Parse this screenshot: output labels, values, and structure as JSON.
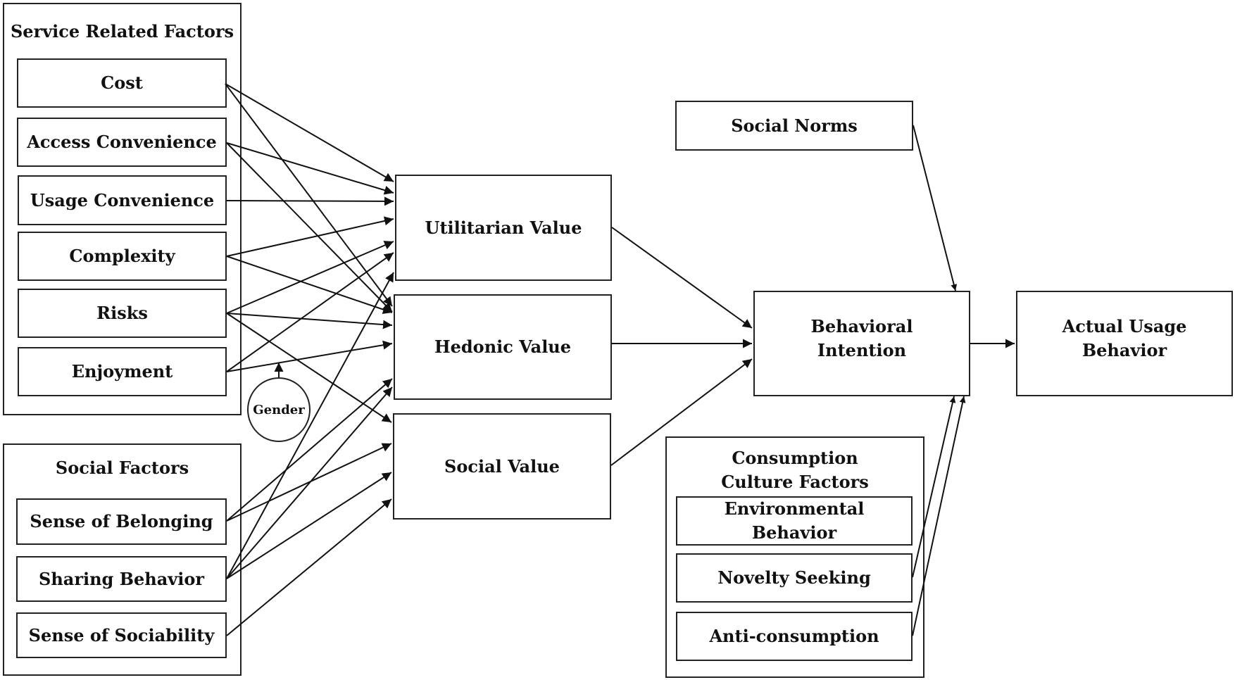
{
  "diagram": {
    "groups": {
      "service": {
        "title": "Service Related Factors",
        "items": [
          "Cost",
          "Access Convenience",
          "Usage Convenience",
          "Complexity",
          "Risks",
          "Enjoyment"
        ]
      },
      "social": {
        "title": "Social Factors",
        "items": [
          "Sense of Belonging",
          "Sharing Behavior",
          "Sense of Sociability"
        ]
      },
      "consumption": {
        "title": "Consumption Culture Factors",
        "items": [
          "Environmental Behavior",
          "Novelty Seeking",
          "Anti-consumption"
        ]
      }
    },
    "nodes": {
      "utilitarian": "Utilitarian Value",
      "hedonic": "Hedonic Value",
      "social_value": "Social Value",
      "social_norms": "Social Norms",
      "behavioral_intention": "Behavioral Intention",
      "actual_usage": "Actual Usage Behavior",
      "gender": "Gender"
    },
    "edges": [
      {
        "from": "Cost",
        "to": "Utilitarian Value"
      },
      {
        "from": "Cost",
        "to": "Hedonic Value"
      },
      {
        "from": "Access Convenience",
        "to": "Utilitarian Value"
      },
      {
        "from": "Access Convenience",
        "to": "Hedonic Value"
      },
      {
        "from": "Usage Convenience",
        "to": "Utilitarian Value"
      },
      {
        "from": "Complexity",
        "to": "Utilitarian Value"
      },
      {
        "from": "Complexity",
        "to": "Hedonic Value"
      },
      {
        "from": "Risks",
        "to": "Utilitarian Value"
      },
      {
        "from": "Risks",
        "to": "Hedonic Value"
      },
      {
        "from": "Risks",
        "to": "Social Value"
      },
      {
        "from": "Enjoyment",
        "to": "Utilitarian Value"
      },
      {
        "from": "Enjoyment",
        "to": "Hedonic Value"
      },
      {
        "from": "Sense of Belonging",
        "to": "Hedonic Value"
      },
      {
        "from": "Sense of Belonging",
        "to": "Social Value"
      },
      {
        "from": "Sharing Behavior",
        "to": "Utilitarian Value"
      },
      {
        "from": "Sharing Behavior",
        "to": "Hedonic Value"
      },
      {
        "from": "Sharing Behavior",
        "to": "Social Value"
      },
      {
        "from": "Sense of Sociability",
        "to": "Social Value"
      },
      {
        "from": "Utilitarian Value",
        "to": "Behavioral Intention"
      },
      {
        "from": "Hedonic Value",
        "to": "Behavioral Intention"
      },
      {
        "from": "Social Value",
        "to": "Behavioral Intention"
      },
      {
        "from": "Social Norms",
        "to": "Behavioral Intention"
      },
      {
        "from": "Novelty Seeking",
        "to": "Behavioral Intention"
      },
      {
        "from": "Anti-consumption",
        "to": "Behavioral Intention"
      },
      {
        "from": "Behavioral Intention",
        "to": "Actual Usage Behavior"
      },
      {
        "from": "Gender",
        "to": "Enjoyment → Hedonic Value",
        "type": "moderator"
      }
    ]
  }
}
